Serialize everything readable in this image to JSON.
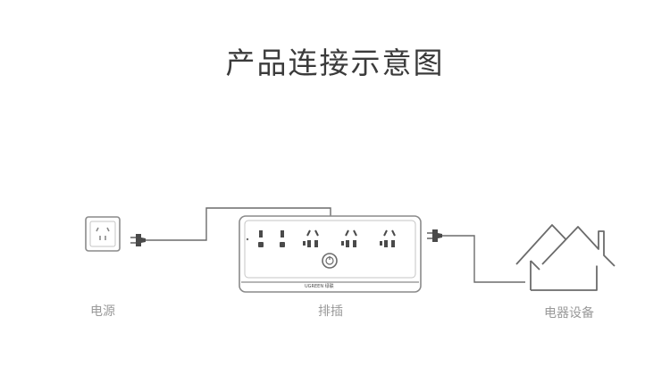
{
  "title": "产品连接示意图",
  "labels": {
    "power": "电源",
    "strip": "排插",
    "device": "电器设备"
  },
  "brand_text": "UGREEN 绿联",
  "colors": {
    "line": "#6b6b6b",
    "outline": "#8a8a8a",
    "text": "#3b3b3b",
    "label": "#9a9a9a"
  }
}
